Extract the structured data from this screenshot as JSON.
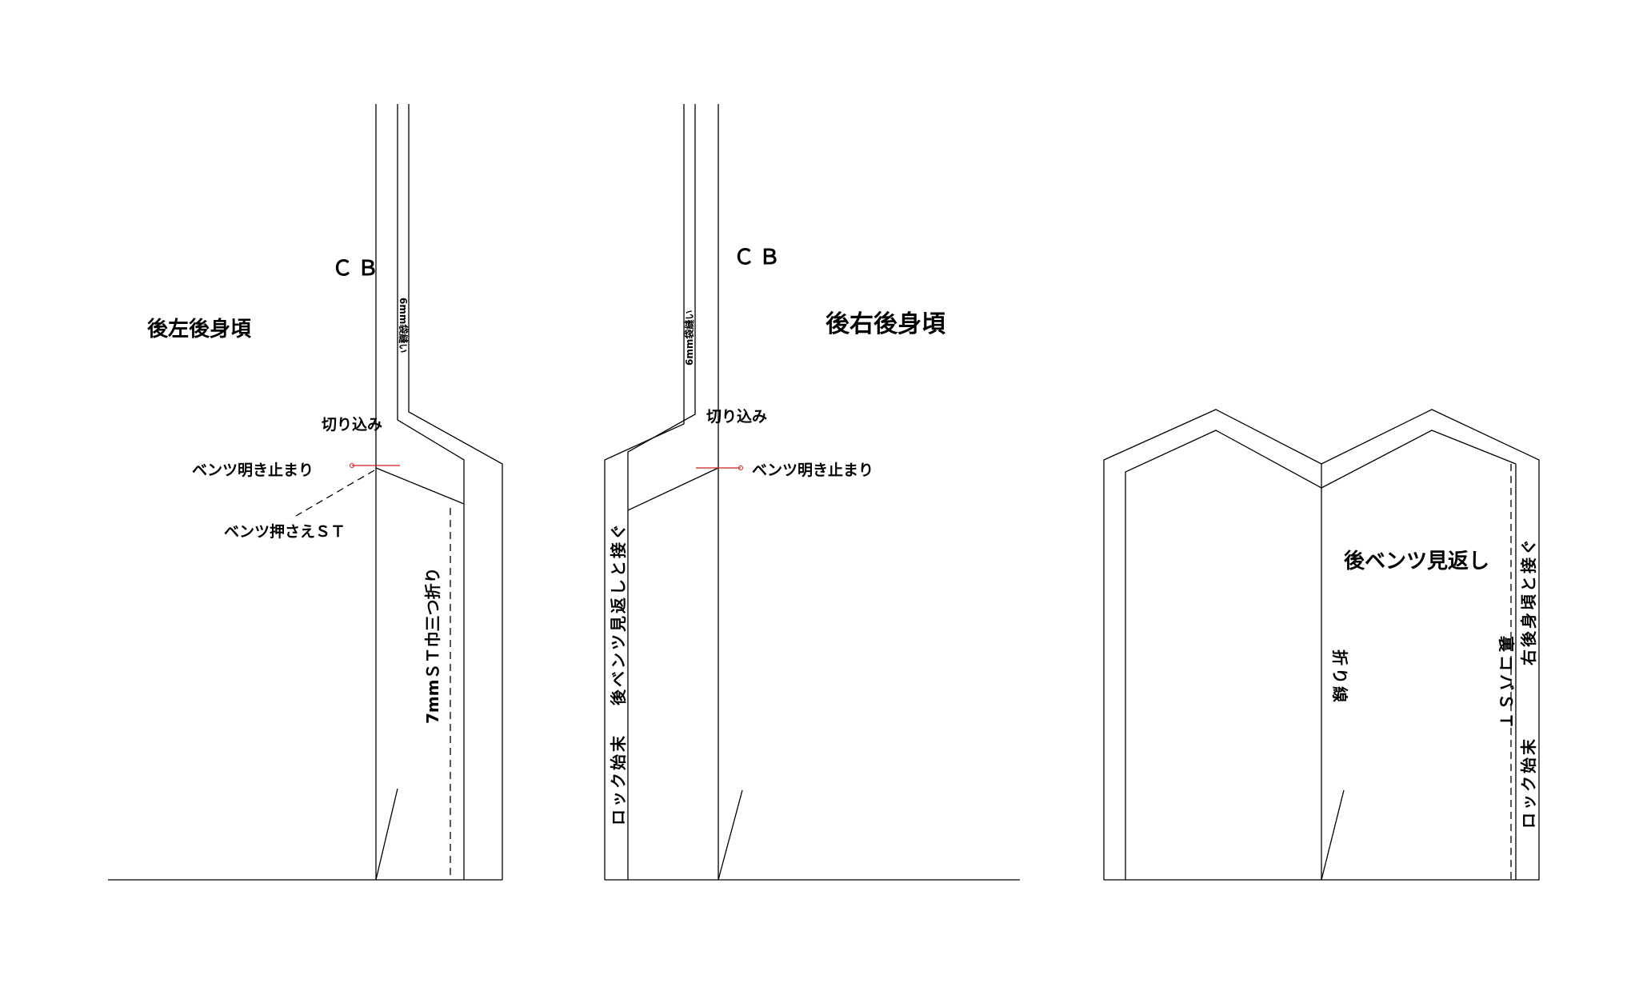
{
  "left_panel": {
    "title": "後左後身頃",
    "cb_label": "ＣＢ",
    "slit_label": "切り込み",
    "vent_stop_label": "ベンツ明き止まり",
    "vent_stitch_label": "ベンツ押さえＳＴ",
    "seam_label": "6mm袋縫い",
    "hem_label": "7mmＳＴ巾三つ折り"
  },
  "middle_panel": {
    "title": "後右後身頃",
    "cb_label": "ＣＢ",
    "slit_label": "切り込み",
    "vent_stop_label": "ベンツ明き止まり",
    "seam_label": "6mm袋縫い",
    "join_label": "後ベンツ見返しと接ぐ",
    "lock_label": "ロック始末"
  },
  "right_panel": {
    "title": "後ベンツ見返し",
    "fold_label": "折り線",
    "join_label": "右後身頃と接ぐ",
    "stitch_label": "裏コバＳＴ",
    "lock_label": "ロック始末"
  },
  "colors": {
    "line": "#000000",
    "marker": "#cc2222",
    "background": "#ffffff"
  }
}
